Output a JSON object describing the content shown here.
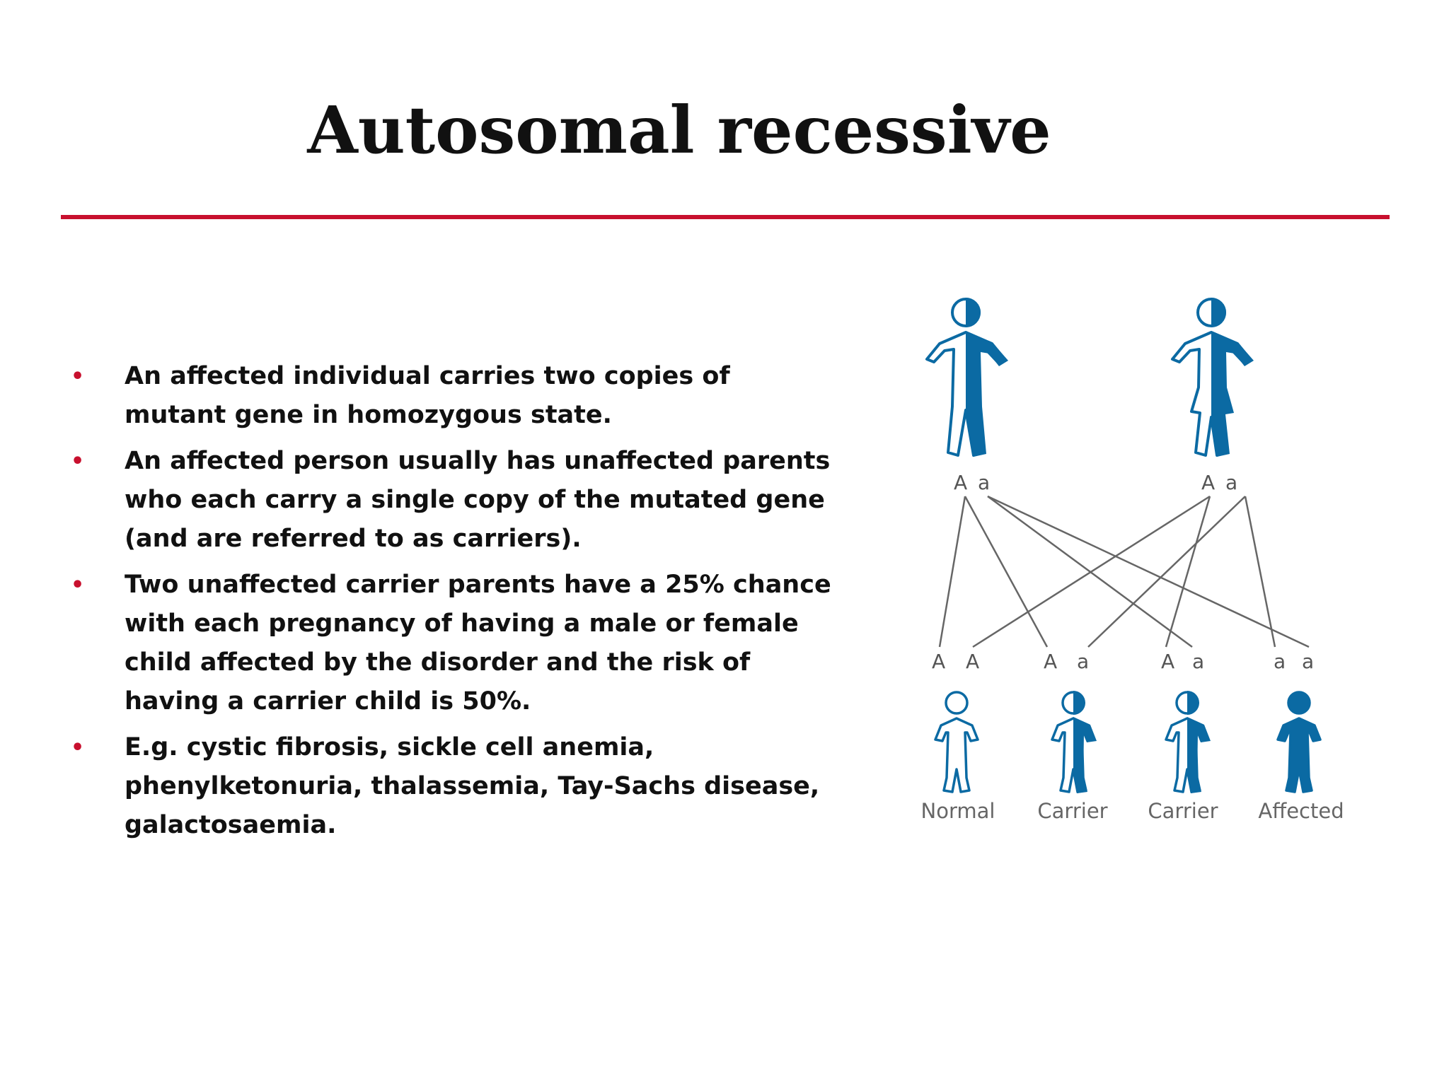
{
  "slide": {
    "title": "Autosomal recessive",
    "colors": {
      "accent": "#c8102e",
      "figure_blue": "#0b6aa3",
      "line_gray": "#666666"
    }
  },
  "bullets": [
    {
      "text": "An affected individual carries two copies of mutant gene in homozygous state."
    },
    {
      "text": "An affected person usually has unaffected parents who each carry a single copy of the mutated gene (and are referred to as carriers)."
    },
    {
      "text": "Two unaffected carrier parents have a 25% chance with each pregnancy of having a male or female child affected by the disorder and the risk of having a carrier child is 50%."
    },
    {
      "text": " E.g. cystic fibrosis, sickle cell anemia, phenylketonuria, thalassemia, Tay-Sachs disease, galactosaemia."
    }
  ],
  "diagram": {
    "parents": [
      {
        "alleles": [
          "A",
          "a"
        ],
        "icon": "male-carrier-icon"
      },
      {
        "alleles": [
          "A",
          "a"
        ],
        "icon": "female-carrier-icon"
      }
    ],
    "children": [
      {
        "alleles": [
          "A",
          "A"
        ],
        "label": "Normal",
        "icon": "child-normal-icon"
      },
      {
        "alleles": [
          "A",
          "a"
        ],
        "label": "Carrier",
        "icon": "child-carrier-icon"
      },
      {
        "alleles": [
          "A",
          "a"
        ],
        "label": "Carrier",
        "icon": "child-carrier-icon"
      },
      {
        "alleles": [
          "a",
          "a"
        ],
        "label": "Affected",
        "icon": "child-affected-icon"
      }
    ]
  }
}
